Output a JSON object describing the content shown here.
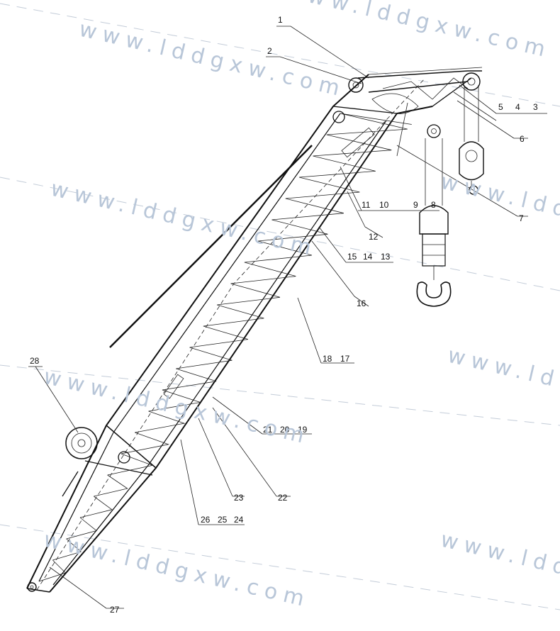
{
  "watermark": "www.lddgxw.com",
  "callouts": [
    "1",
    "2",
    "3",
    "4",
    "5",
    "6",
    "7",
    "8",
    "9",
    "10",
    "11",
    "12",
    "13",
    "14",
    "15",
    "16",
    "17",
    "18",
    "19",
    "20",
    "21",
    "22",
    "23",
    "24",
    "25",
    "26",
    "27",
    "28"
  ],
  "accent_color": "#111111",
  "watermark_color": "#b8c6d8"
}
